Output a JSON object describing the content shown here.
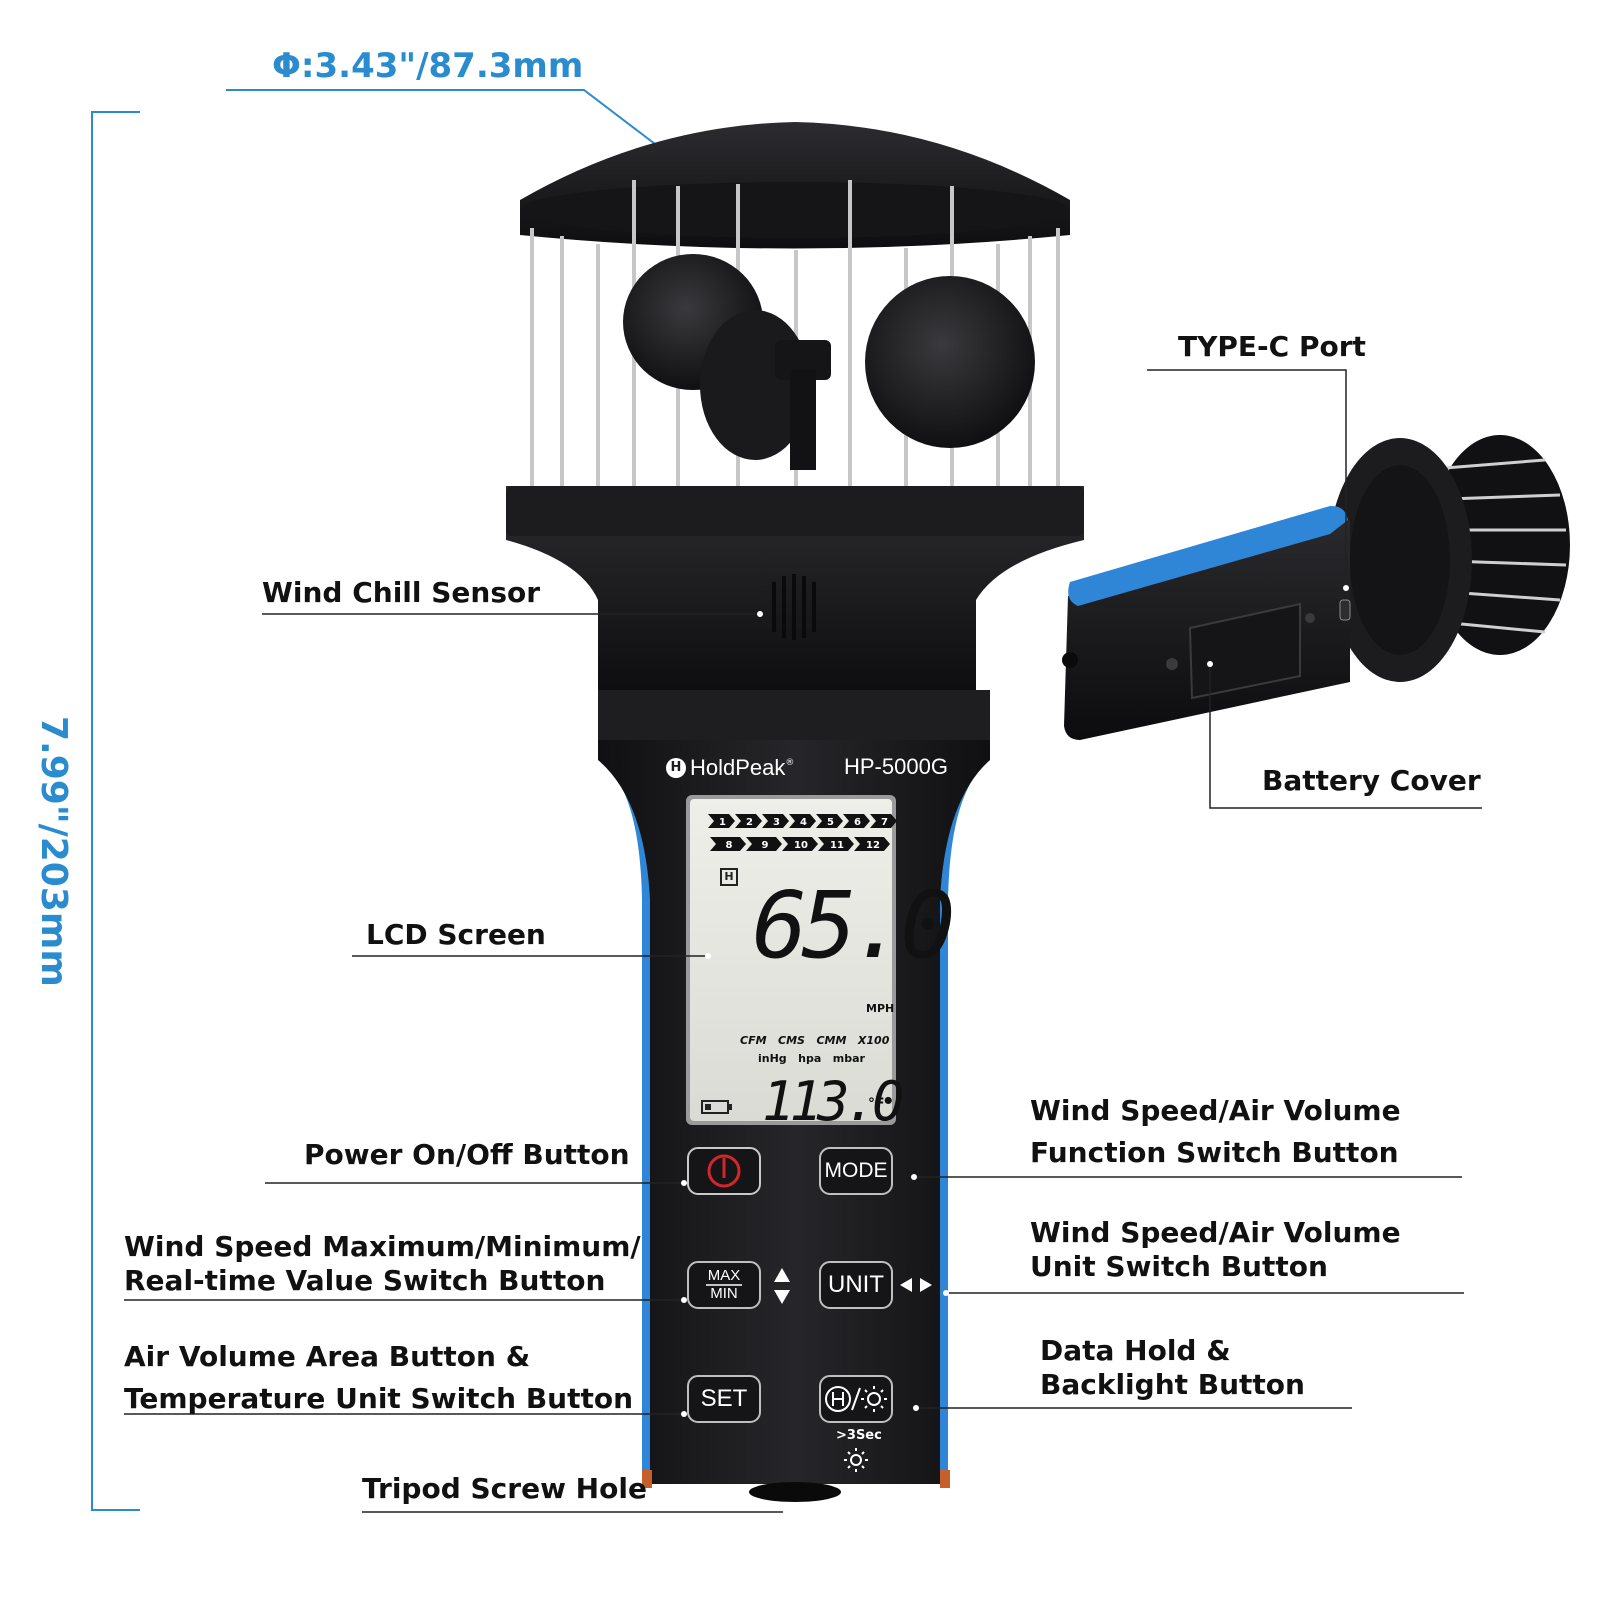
{
  "dimensions": {
    "diameter": "Φ:3.43\"/87.3mm",
    "height": "7.99\"/203mm",
    "color": "#2a8ccf"
  },
  "device": {
    "brand": "HoldPeak",
    "model": "HP-5000G",
    "body_color": "#1c1c1e",
    "accent_color": "#2f86d6"
  },
  "lcd": {
    "segments_row1": [
      "1",
      "2",
      "3",
      "4",
      "5",
      "6",
      "7"
    ],
    "segments_row2": [
      "8",
      "9",
      "10",
      "11",
      "12"
    ],
    "hold_indicator": "H",
    "main_value": "65.0",
    "main_unit": "MPH",
    "volume_units": "CFM   CMS   CMM   X100",
    "pressure_units": "inHg   hpa   mbar",
    "secondary_value": "113.0",
    "secondary_unit": "°F",
    "battery_icon": "battery-icon"
  },
  "buttons": {
    "power_icon": "power-icon",
    "mode": "MODE",
    "max_top": "MAX",
    "max_bottom": "MIN",
    "unit": "UNIT",
    "set": "SET",
    "hold_backlight_icon": "hold-backlight-icon",
    "hold_note": ">3Sec"
  },
  "callouts": {
    "type_c_port": "TYPE-C Port",
    "battery_cover": "Battery Cover",
    "wind_chill_sensor": "Wind Chill Sensor",
    "lcd_screen": "LCD Screen",
    "power_button": "Power On/Off Button",
    "mode_line1": "Wind Speed/Air Volume",
    "mode_line2": "Function Switch Button",
    "maxmin_line1": "Wind Speed Maximum/Minimum/",
    "maxmin_line2": "Real-time Value Switch Button",
    "unit_line1": "Wind Speed/Air Volume",
    "unit_line2": "Unit Switch Button",
    "set_line1": "Air Volume Area Button &",
    "set_line2": "Temperature Unit Switch Button",
    "hold_line1": "Data Hold &",
    "hold_line2": "Backlight Button",
    "tripod": "Tripod Screw Hole"
  }
}
